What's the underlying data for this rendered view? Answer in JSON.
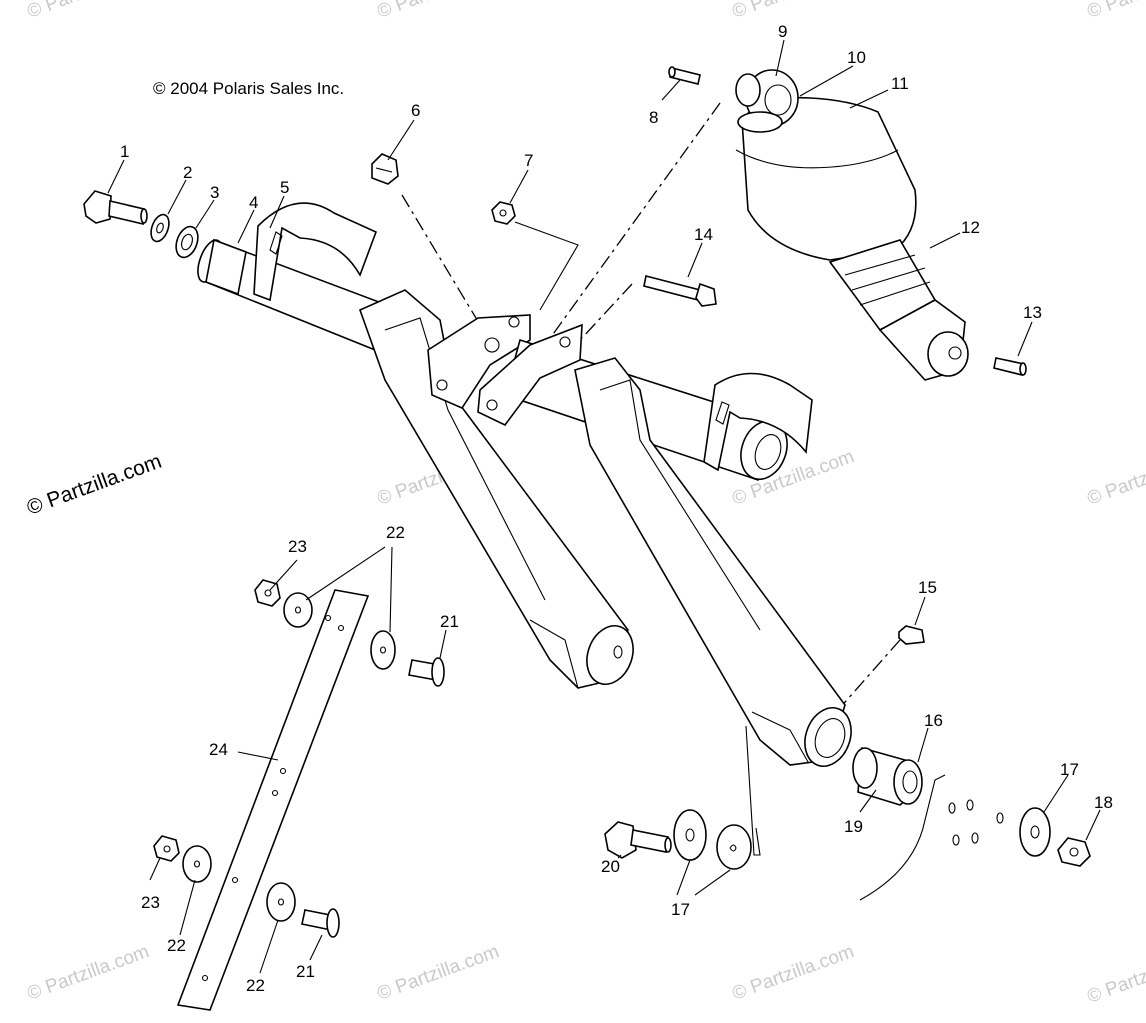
{
  "copyright": "© 2004 Polaris Sales Inc.",
  "watermark": {
    "main": "© Partzilla.com",
    "text": "© Partzilla.com",
    "color": "#c9c9c9"
  },
  "callouts": [
    "1",
    "2",
    "3",
    "4",
    "5",
    "6",
    "7",
    "8",
    "9",
    "10",
    "11",
    "12",
    "13",
    "14",
    "15",
    "16",
    "17",
    "17",
    "18",
    "19",
    "20",
    "21",
    "21",
    "22",
    "22",
    "22",
    "22",
    "23",
    "23",
    "24"
  ]
}
